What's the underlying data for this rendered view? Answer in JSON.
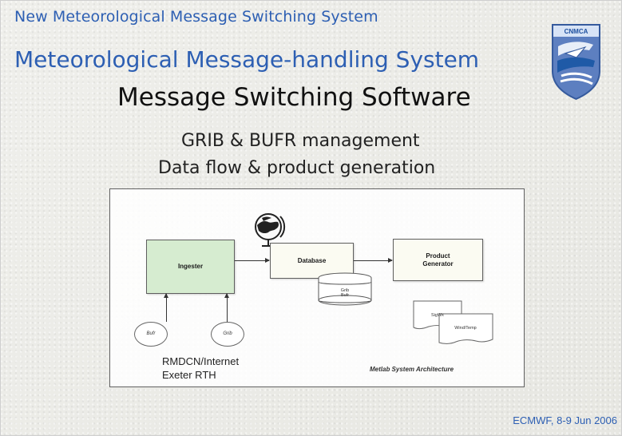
{
  "header": {
    "top_title": "New Meteorological Message Switching System",
    "subtitle": "Meteorological Message-handling System",
    "main_title": "Message Switching Software"
  },
  "section": {
    "line1": "GRIB & BUFR management",
    "line2": "Data flow & product generation"
  },
  "logo": {
    "label": "CNMCA",
    "icon": "cnmca-logo"
  },
  "diagram": {
    "ingester": "Ingester",
    "database": "Database",
    "product_generator_line1": "Product",
    "product_generator_line2": "Generator",
    "cylinder_label_line1": "Grib",
    "cylinder_label_line2": "Bufr",
    "doc1": "SigWx",
    "doc2": "Wind/Temp",
    "oval_bufr": "Bufr",
    "oval_grib": "Grib",
    "source_line1": "RMDCN/Internet",
    "source_line2": "Exeter RTH",
    "architecture_label": "Metlab System Architecture",
    "globe_icon": "globe-icon"
  },
  "footer": {
    "text": "ECMWF, 8-9 Jun 2006"
  },
  "colors": {
    "title_blue": "#2d5fb3",
    "ingester_fill": "#d6ecd0"
  }
}
